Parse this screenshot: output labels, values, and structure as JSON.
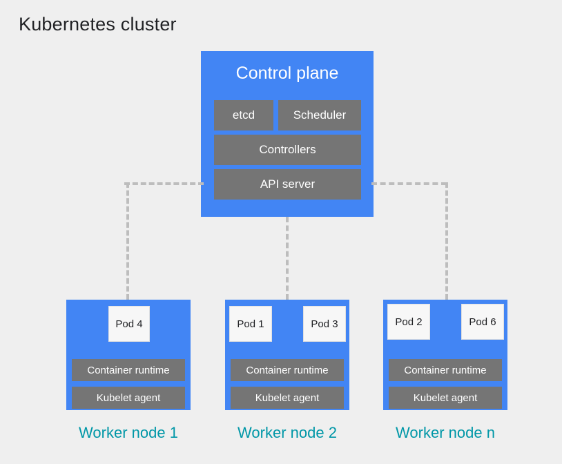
{
  "title": "Kubernetes cluster",
  "colors": {
    "background": "#efefef",
    "node_blue": "#4285f4",
    "component_gray": "#757575",
    "pod_white": "#f7f7f7",
    "label_teal": "#0097a7",
    "connector_gray": "#bdbdbd",
    "title_text": "#202124"
  },
  "control_plane": {
    "title": "Control plane",
    "components": [
      {
        "id": "etcd",
        "label": "etcd"
      },
      {
        "id": "scheduler",
        "label": "Scheduler"
      },
      {
        "id": "controllers",
        "label": "Controllers"
      },
      {
        "id": "api-server",
        "label": "API server"
      }
    ]
  },
  "worker_nodes": [
    {
      "id": "worker-node-1",
      "label": "Worker node 1",
      "pods": [
        {
          "label": "Pod 4"
        }
      ],
      "components": [
        {
          "label": "Container runtime"
        },
        {
          "label": "Kubelet agent"
        }
      ]
    },
    {
      "id": "worker-node-2",
      "label": "Worker node 2",
      "pods": [
        {
          "label": "Pod 1"
        },
        {
          "label": "Pod 3"
        }
      ],
      "components": [
        {
          "label": "Container runtime"
        },
        {
          "label": "Kubelet agent"
        }
      ]
    },
    {
      "id": "worker-node-n",
      "label": "Worker node n",
      "pods": [
        {
          "label": "Pod 2"
        },
        {
          "label": "Pod 6"
        }
      ],
      "components": [
        {
          "label": "Container runtime"
        },
        {
          "label": "Kubelet agent"
        }
      ]
    }
  ],
  "connectors": [
    {
      "id": "api-to-node-1",
      "style": "dashed"
    },
    {
      "id": "api-to-node-2",
      "style": "dashed"
    },
    {
      "id": "api-to-node-n",
      "style": "dashed"
    }
  ]
}
